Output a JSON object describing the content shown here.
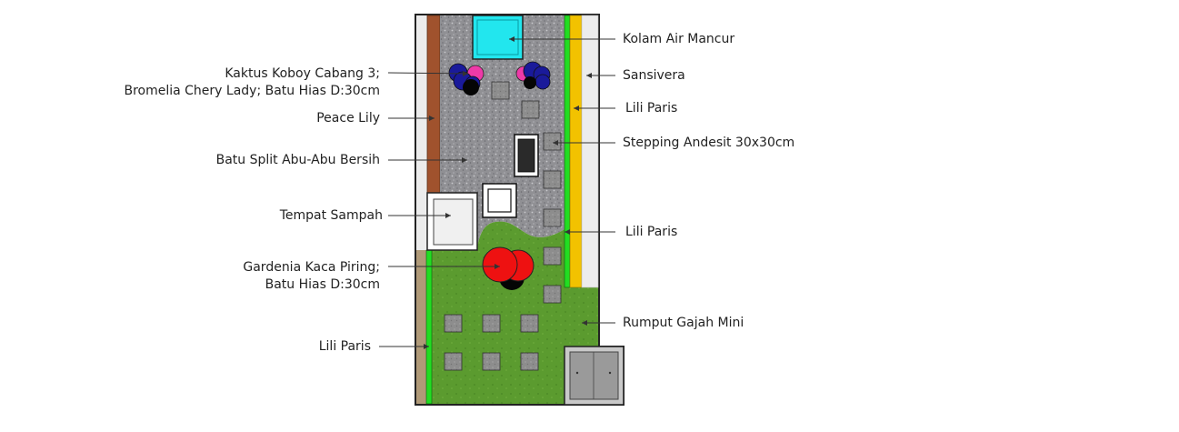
{
  "labels_left": [
    {
      "id": "kaktus",
      "lines": [
        "Kaktus Koboy Cabang 3;",
        "Bromelia Chery Lady; Batu Hias D:30cm"
      ]
    },
    {
      "id": "peace-lily",
      "lines": [
        "Peace Lily"
      ]
    },
    {
      "id": "batu-split",
      "lines": [
        "Batu Split Abu-Abu Bersih"
      ]
    },
    {
      "id": "tempat-sampah",
      "lines": [
        "Tempat Sampah"
      ]
    },
    {
      "id": "gardenia",
      "lines": [
        "Gardenia Kaca Piring;",
        "Batu Hias D:30cm"
      ]
    },
    {
      "id": "lili-paris-left",
      "lines": [
        "Lili Paris"
      ]
    }
  ],
  "labels_right": [
    {
      "id": "kolam",
      "lines": [
        "Kolam Air Mancur"
      ]
    },
    {
      "id": "sansivera",
      "lines": [
        "Sansivera"
      ]
    },
    {
      "id": "lili-paris-top",
      "lines": [
        "Lili Paris"
      ]
    },
    {
      "id": "stepping",
      "lines": [
        "Stepping Andesit 30x30cm"
      ]
    },
    {
      "id": "lili-paris-mid",
      "lines": [
        "Lili Paris"
      ]
    },
    {
      "id": "rumput",
      "lines": [
        "Rumput Gajah Mini"
      ]
    }
  ],
  "colors": {
    "gravel": "#8f8f92",
    "grass": "#5a9a2e",
    "pool": "#22e6ee",
    "brown_strip": "#a0522d",
    "yellow_strip": "#f2c200",
    "green_strip": "#22dd22",
    "white_wall": "#ececec",
    "tan_strip": "#b09a78",
    "flower_blue": "#1a1a9a",
    "flower_pink": "#ee3aa8",
    "flower_red": "#ee1111",
    "stone_black": "#050505",
    "stepping": "#8a8a8a",
    "leader": "#333333"
  }
}
